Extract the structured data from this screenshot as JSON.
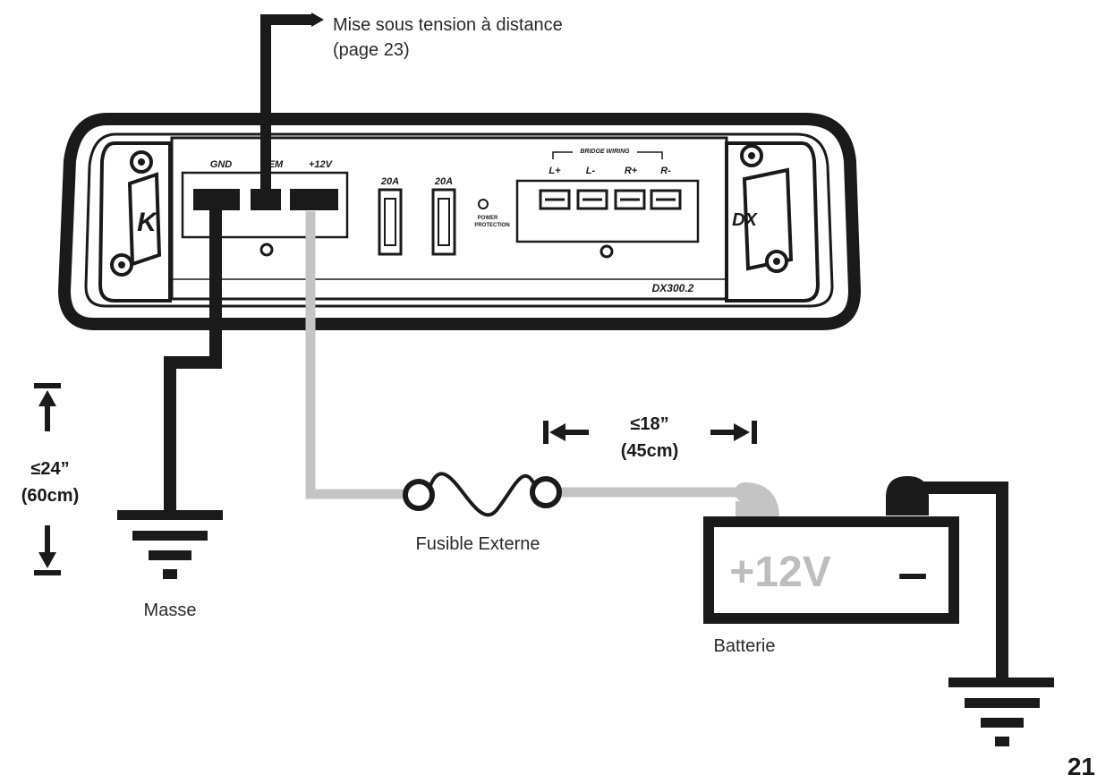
{
  "labels": {
    "remote_on_line1": "Mise sous tension à distance",
    "remote_on_line2": "(page 23)",
    "fuse": "Fusible Externe",
    "ground": "Masse",
    "battery": "Batterie",
    "page_number": "21"
  },
  "distances": {
    "ground_line1": "≤24”",
    "ground_line2": "(60cm)",
    "fuse_line1": "≤18”",
    "fuse_line2": "(45cm)"
  },
  "amplifier": {
    "model": "DX300.2",
    "series_badge": "DX",
    "brand_logo": "K",
    "terminals": {
      "gnd": "GND",
      "rem": "REM",
      "plus12": "+12V"
    },
    "fuses": [
      "20A",
      "20A"
    ],
    "protection_line1": "POWER",
    "protection_line2": "PROTECTION",
    "bridge_wiring": "BRIDGE WIRING",
    "speaker_terminals": [
      "L+",
      "L-",
      "R+",
      "R-"
    ]
  },
  "battery_face": {
    "positive": "+12V",
    "negative": "–"
  },
  "colors": {
    "ink": "#1a1a1a",
    "positive_cable": "#c4c4c4",
    "battery_plus_text": "#bdbdbd",
    "panel_fill": "#ffffff"
  }
}
